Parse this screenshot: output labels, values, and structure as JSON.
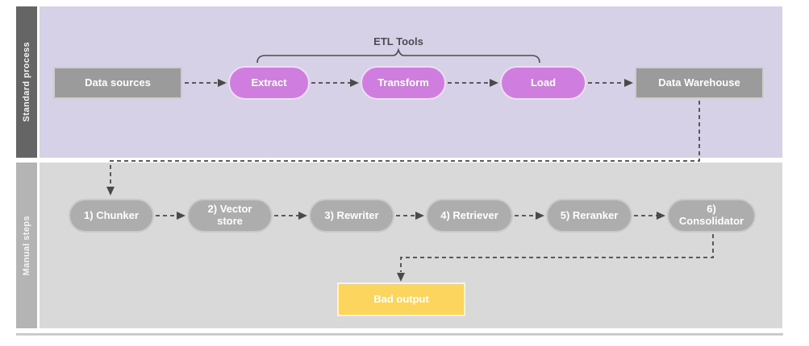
{
  "diagram": {
    "brace_label": "ETL Tools",
    "lanes": [
      {
        "label": "Standard process",
        "nodes": [
          {
            "id": "data-sources",
            "label": "Data sources",
            "shape": "rect",
            "fill": "#9b9b9b"
          },
          {
            "id": "extract",
            "label": "Extract",
            "shape": "pill",
            "fill": "#cf7ee0"
          },
          {
            "id": "transform",
            "label": "Transform",
            "shape": "pill",
            "fill": "#cf7ee0"
          },
          {
            "id": "load",
            "label": "Load",
            "shape": "pill",
            "fill": "#cf7ee0"
          },
          {
            "id": "data-warehouse",
            "label": "Data Warehouse",
            "shape": "rect",
            "fill": "#9b9b9b"
          }
        ]
      },
      {
        "label": "Manual steps",
        "nodes": [
          {
            "id": "chunker",
            "label": "1) Chunker",
            "shape": "pill",
            "fill": "#adadad"
          },
          {
            "id": "vector-store",
            "label": "2) Vector store",
            "shape": "pill",
            "fill": "#adadad"
          },
          {
            "id": "rewriter",
            "label": "3) Rewriter",
            "shape": "pill",
            "fill": "#adadad"
          },
          {
            "id": "retriever",
            "label": "4) Retriever",
            "shape": "pill",
            "fill": "#adadad"
          },
          {
            "id": "reranker",
            "label": "5) Reranker",
            "shape": "pill",
            "fill": "#adadad"
          },
          {
            "id": "consolidator",
            "label": "6) Consolidator",
            "shape": "pill",
            "fill": "#adadad"
          },
          {
            "id": "bad-output",
            "label": "Bad output",
            "shape": "rect",
            "fill": "#fbd55e"
          }
        ]
      }
    ],
    "colors": {
      "lane_standard_bg": "#d7d1e8",
      "lane_standard_sidebar": "#666566",
      "lane_manual_bg": "#d9d9d9",
      "lane_manual_sidebar": "#b5b4b5",
      "pill_pink": "#cf7ee0",
      "node_gray": "#9b9b9b",
      "pill_gray": "#adadad",
      "bad_output_yellow": "#fbd55e",
      "connector_gray": "#5a5a5a",
      "brace_gray": "#4c4c4c"
    }
  }
}
